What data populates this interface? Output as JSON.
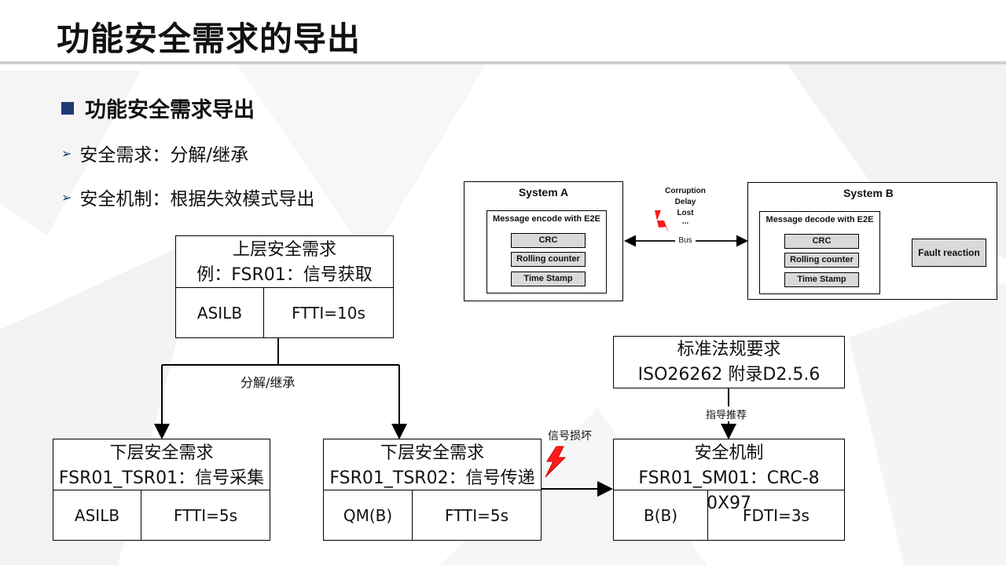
{
  "page": {
    "title": "功能安全需求的导出",
    "section_heading": "功能安全需求导出",
    "bullets": [
      "安全需求：分解/继承",
      "安全机制：根据失效模式导出"
    ]
  },
  "e2e_figure": {
    "system_a": {
      "title": "System A",
      "message_title": "Message  encode with E2E",
      "items": [
        "CRC",
        "Rolling counter",
        "Time Stamp"
      ]
    },
    "system_b": {
      "title": "System B",
      "message_title": "Message decode with E2E",
      "items": [
        "CRC",
        "Rolling counter",
        "Time Stamp"
      ],
      "reaction": "Fault reaction"
    },
    "bus_faults": [
      "Corruption",
      "Delay",
      "Lost",
      "..."
    ],
    "bus_label": "Bus"
  },
  "upper_requirement": {
    "line1": "上层安全需求",
    "line2": "例：FSR01：信号获取",
    "asil": "ASILB",
    "ftti": "FTTI=10s"
  },
  "decompose_label": "分解/继承",
  "lower_requirement_1": {
    "line1": "下层安全需求",
    "line2": "FSR01_TSR01：信号采集",
    "asil": "ASILB",
    "ftti": "FTTI=5s"
  },
  "lower_requirement_2": {
    "line1": "下层安全需求",
    "line2": "FSR01_TSR02：信号传递",
    "asil": "QM(B)",
    "ftti": "FTTI=5s"
  },
  "signal_damage_label": "信号损坏",
  "standard": {
    "line1": "标准法规要求",
    "line2": "ISO26262 附录D2.5.6"
  },
  "guide_label": "指导推荐",
  "safety_mechanism": {
    "line1": "安全机制",
    "line2": "FSR01_SM01：CRC-8 0X97",
    "asil": "B(B)",
    "fdti": "FDTI=3s"
  },
  "colors": {
    "heading_square": "#1f3a73",
    "chip_fill": "#d9d9d9",
    "lightning": "#ff1a1a",
    "title_rule": "#cfcfcf"
  }
}
